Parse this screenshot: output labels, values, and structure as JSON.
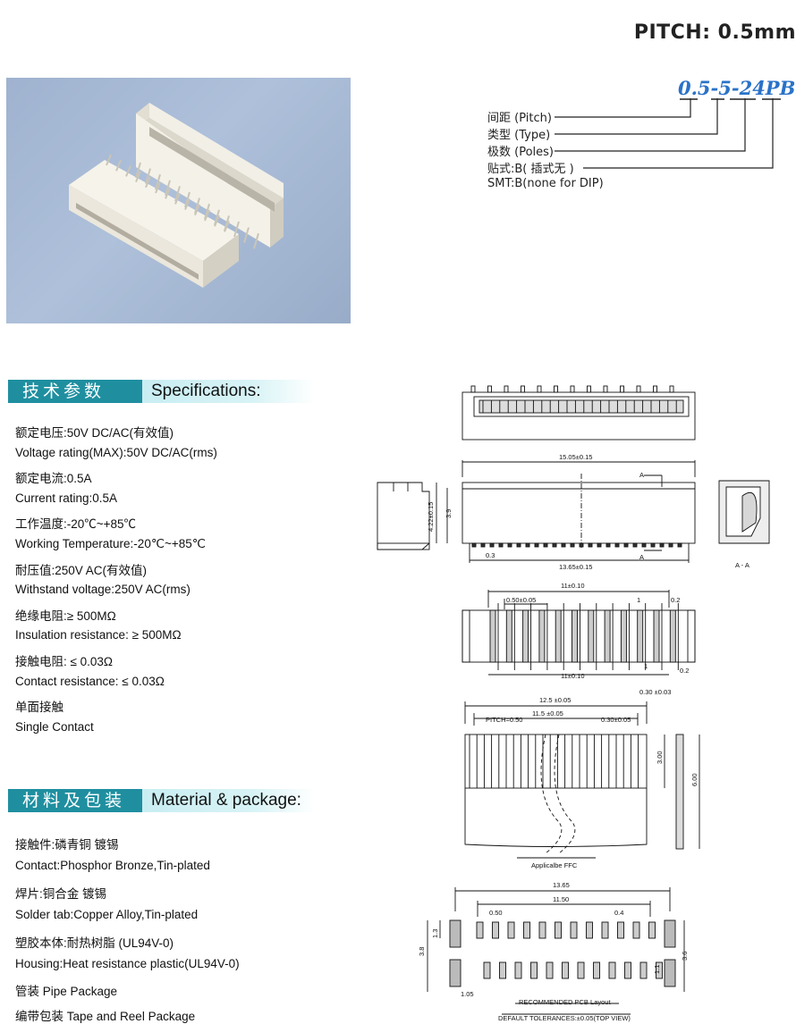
{
  "pitch_title": "PITCH: 0.5mm",
  "part_number": {
    "code": "0.5-5-24PB",
    "labels": [
      "间距 (Pitch)",
      "类型 (Type)",
      "极数 (Poles)",
      "贴式:B( 插式无 )",
      "SMT:B(none for DIP)"
    ]
  },
  "specifications": {
    "header_cn": "技术参数",
    "header_en": "Specifications:",
    "lines": [
      "额定电压:50V DC/AC(有效值)",
      "Voltage rating(MAX):50V DC/AC(rms)",
      "额定电流:0.5A",
      "Current rating:0.5A",
      "工作温度:-20℃~+85℃",
      "Working Temperature:-20℃~+85℃",
      "耐压值:250V AC(有效值)",
      "Withstand voltage:250V AC(rms)",
      "绝缘电阻:≥ 500MΩ",
      "Insulation resistance: ≥ 500MΩ",
      "接触电阻: ≤ 0.03Ω",
      "Contact resistance: ≤ 0.03Ω",
      "单面接触",
      "Single Contact"
    ]
  },
  "material": {
    "header_cn": "材料及包装",
    "header_en": "Material & package:",
    "lines": [
      "接触件:磷青铜 镀锡",
      "Contact:Phosphor Bronze,Tin-plated",
      "焊片:铜合金 镀锡",
      "Solder tab:Copper Alloy,Tin-plated",
      "塑胶本体:耐热树脂 (UL94V-0)",
      "Housing:Heat resistance plastic(UL94V-0)",
      "管装 Pipe Package",
      "编带包装 Tape and Reel Package"
    ]
  },
  "drawing": {
    "dims": {
      "width_1505": "15.05±0.15",
      "h_422": "4.22±0.15",
      "h_39": "3.9",
      "d_03": "0.3",
      "w_1365": "13.65±0.15",
      "section_a": "A",
      "section_aa": "A - A",
      "w_11_top": "11±0.10",
      "pitch_050": "0.50±0.05",
      "d_1": "1",
      "d_02": "0.2",
      "w_11_bot": "11±0.10",
      "d_1b": "1",
      "d_02b": "0.2",
      "ffc_125": "12.5 ±0.05",
      "ffc_115": "11.5 ±0.05",
      "ffc_pitch": "PITCH=0.50",
      "ffc_030": "0.30±0.05",
      "ffc_t030": "0.30 ±0.03",
      "ffc_300": "3.00",
      "ffc_600": "6.00",
      "ffc_caption": "Applicalbe FFC",
      "pcb_1365": "13.65",
      "pcb_1150": "11.50",
      "pcb_050": "0.50",
      "pcb_04": "0.4",
      "pcb_13": "1.3",
      "pcb_38": "3.8",
      "pcb_36": "3.6",
      "pcb_11": "1.1",
      "pcb_105": "1.05",
      "pcb_caption": "RECOMMENDED PCB Layout",
      "tolerance_caption": "DEFAULT TOLERANCES:±0.05(TOP VIEW)"
    }
  }
}
